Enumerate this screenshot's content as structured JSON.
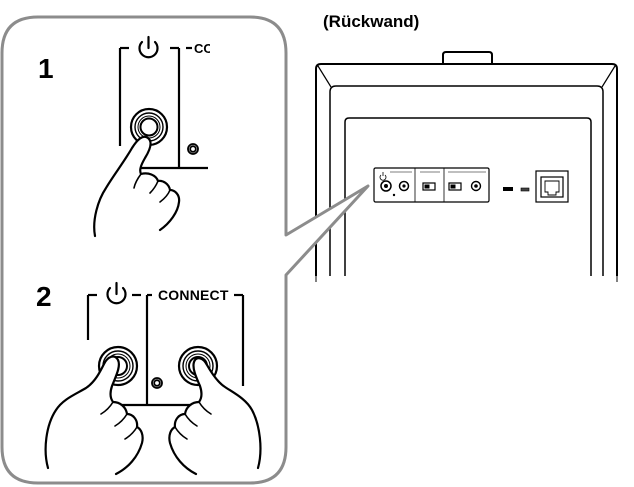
{
  "caption": "(Rückwand)",
  "steps": {
    "step1": "1",
    "step2": "2"
  },
  "buttons": {
    "connect_label_full": "CONNECT",
    "connect_label_cropped": "CO"
  },
  "icons": {
    "power": "power-icon",
    "connect_indicator": "connect-led-icon",
    "hand": "pressing-finger-icon",
    "network_port": "ethernet-port-icon"
  },
  "colors": {
    "line": "#000000",
    "callout_border": "#8c8c8c",
    "panel_fill": "#ffffff"
  }
}
